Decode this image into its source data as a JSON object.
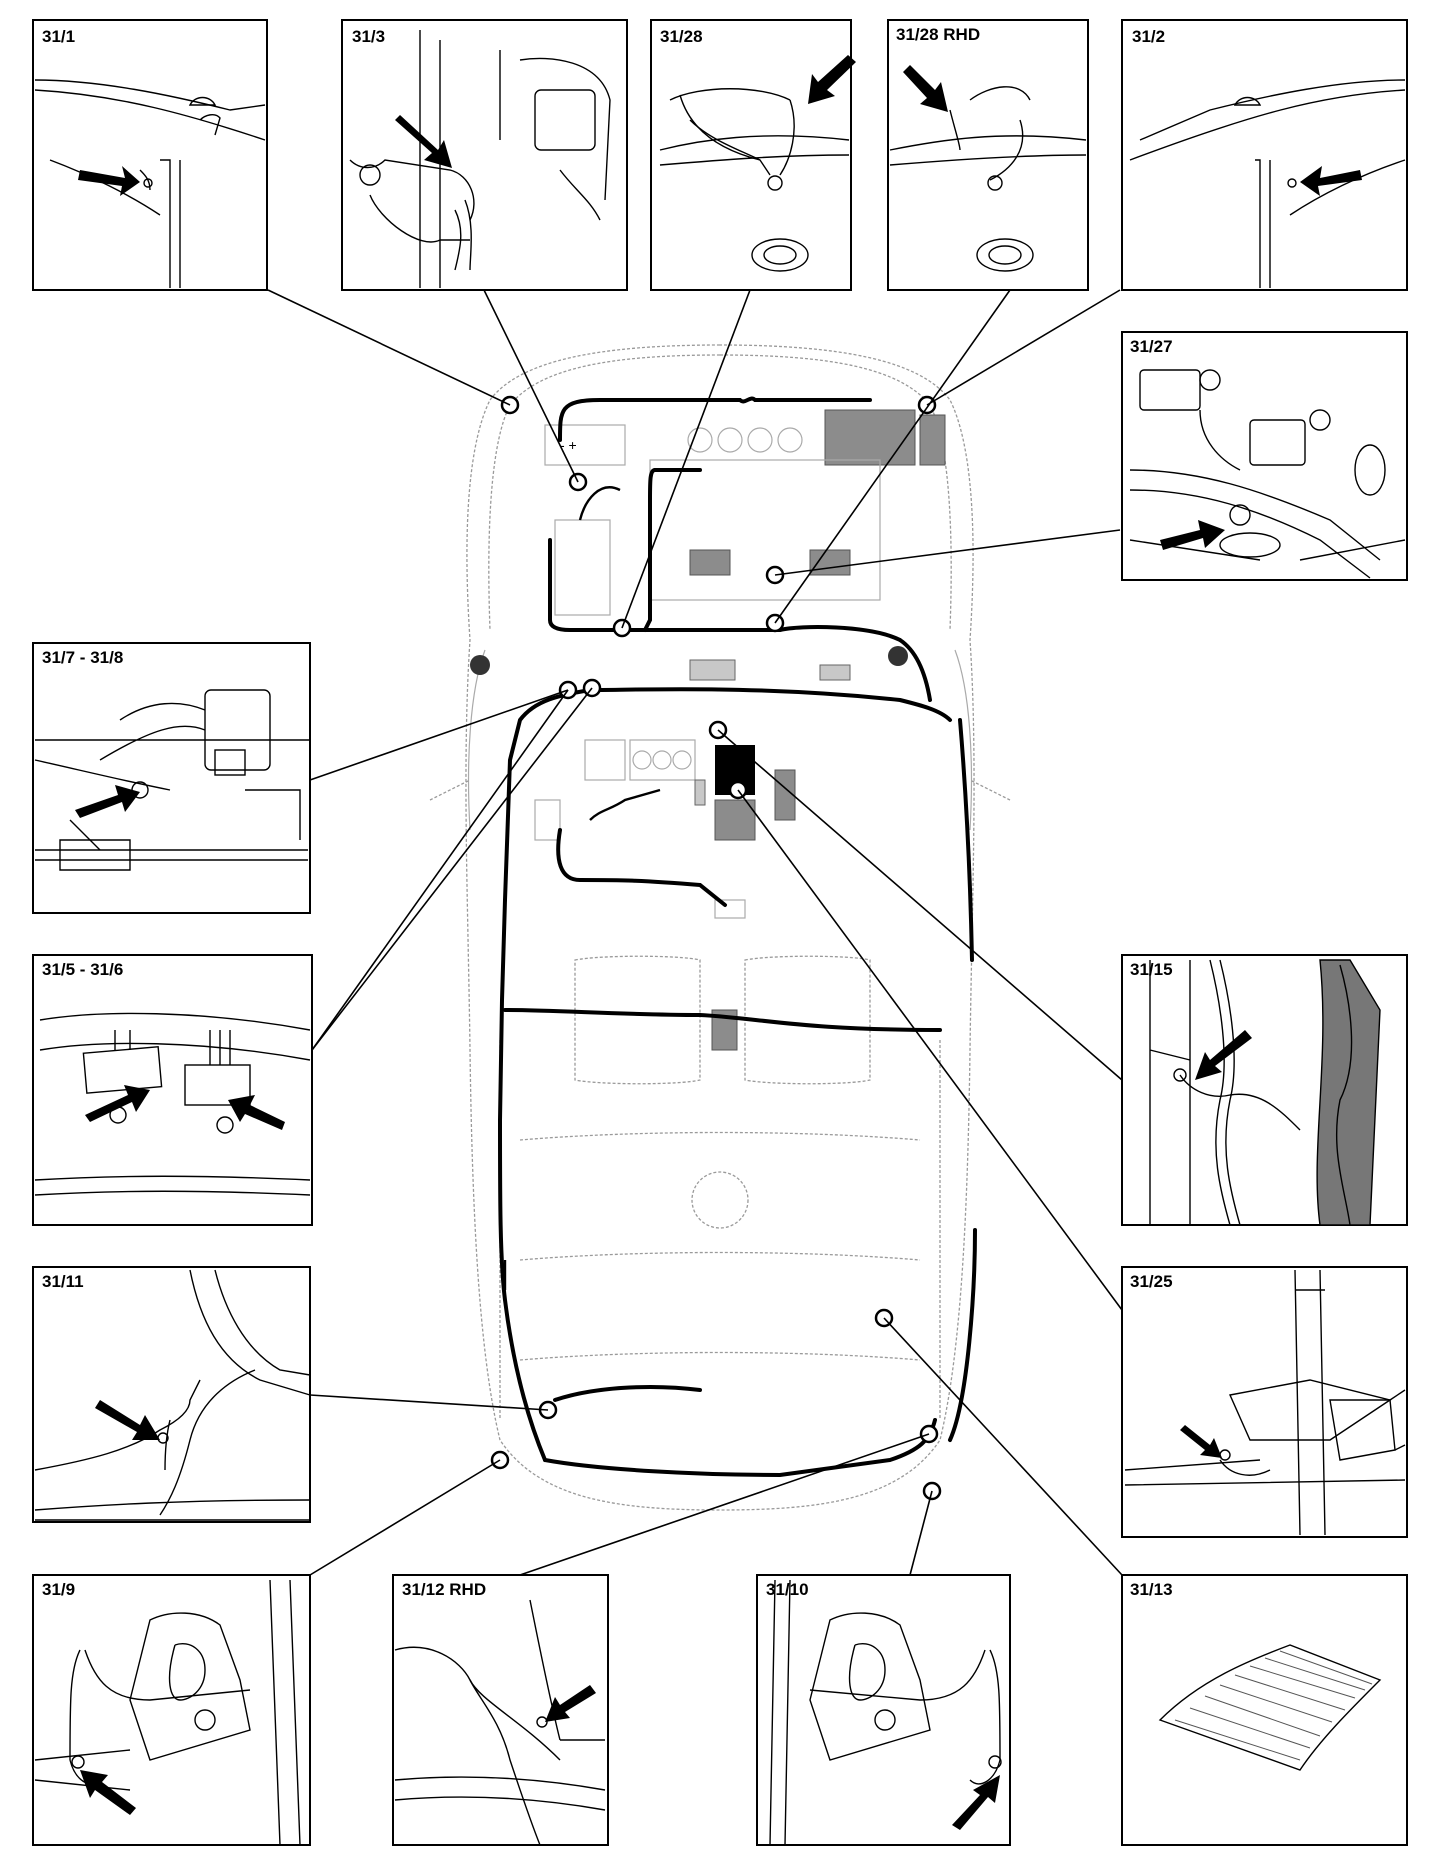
{
  "panels": {
    "p31_1": {
      "label": "31/1"
    },
    "p31_3": {
      "label": "31/3"
    },
    "p31_28": {
      "label": "31/28"
    },
    "p31_28_rhd": {
      "label": "31/28 RHD"
    },
    "p31_2": {
      "label": "31/2"
    },
    "p31_27": {
      "label": "31/27"
    },
    "p31_7_8": {
      "label": "31/7 - 31/8"
    },
    "p31_5_6": {
      "label": "31/5 - 31/6"
    },
    "p31_15": {
      "label": "31/15"
    },
    "p31_11": {
      "label": "31/11"
    },
    "p31_25": {
      "label": "31/25"
    },
    "p31_9": {
      "label": "31/9"
    },
    "p31_12_rhd": {
      "label": "31/12 RHD"
    },
    "p31_10": {
      "label": "31/10"
    },
    "p31_13": {
      "label": "31/13"
    }
  }
}
